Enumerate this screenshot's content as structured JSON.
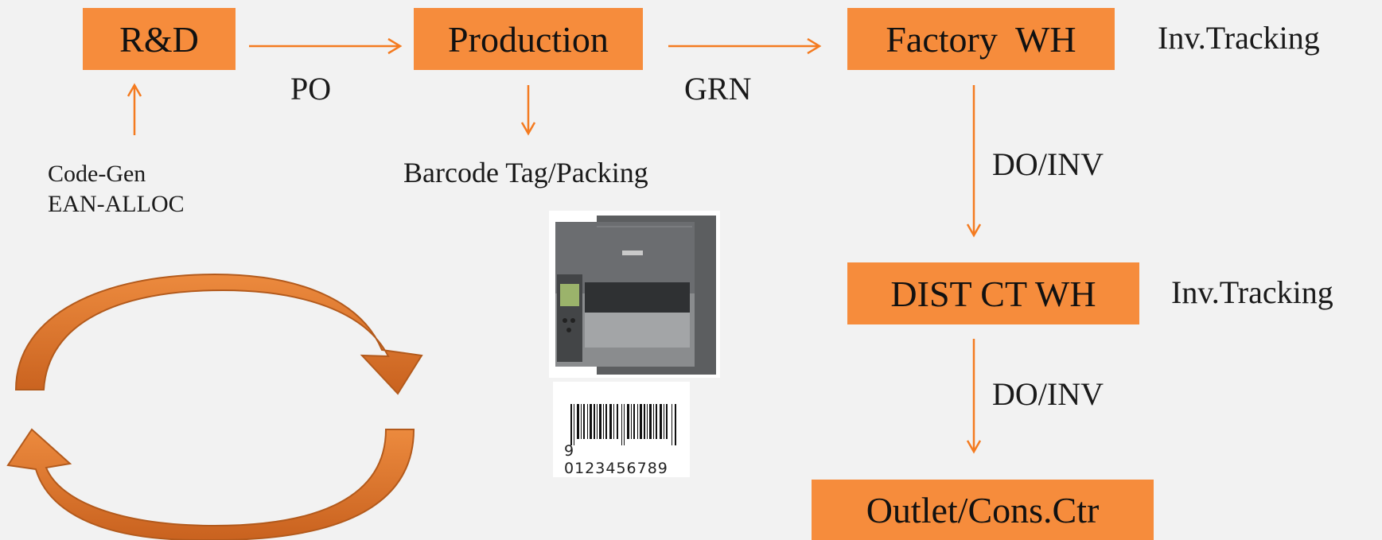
{
  "nodes": {
    "rnd": "R&D",
    "production": "Production",
    "factory_wh": "Factory  WH",
    "dist_ct_wh": "DIST CT WH",
    "outlet": "Outlet/Cons.Ctr"
  },
  "edges": {
    "po": "PO",
    "grn": "GRN",
    "do_inv_1": "DO/INV",
    "do_inv_2": "DO/INV"
  },
  "notes": {
    "code_gen": "Code-Gen",
    "ean_alloc": "EAN-ALLOC",
    "barcode_tag": "Barcode Tag/Packing",
    "inv_tracking_1": "Inv.Tracking",
    "inv_tracking_2": "Inv.Tracking",
    "barcode_number": "9 0123456789"
  },
  "colors": {
    "box": "#f68c3c",
    "arrow": "#f47b20",
    "cycle": "#e3782e",
    "background": "#f2f2f2"
  },
  "icons": [
    "printer-image",
    "barcode-image",
    "cycle-arrows-icon"
  ]
}
